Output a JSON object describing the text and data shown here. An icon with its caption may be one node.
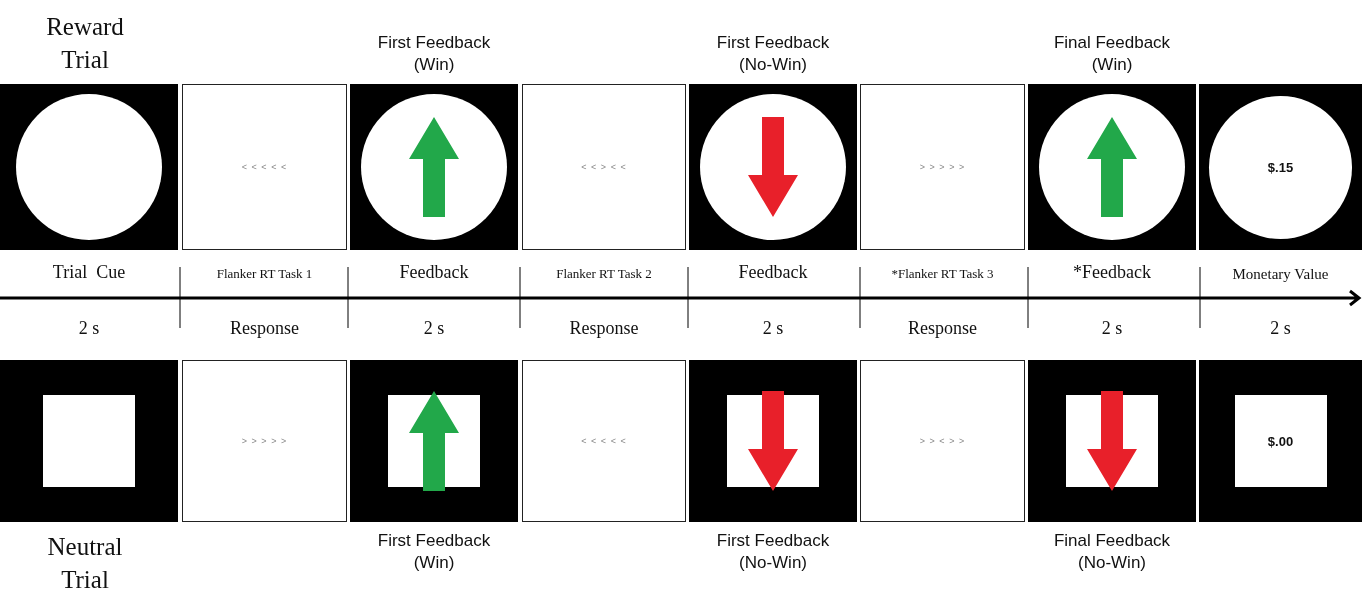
{
  "diagram": {
    "nodes": [
      {
        "text": [],
        "shape": "box",
        "beside": [
          "Reward Trial"
        ]
      },
      {
        "text": [
          "< < < < <"
        ]
      },
      {
        "text": [],
        "shape": "box",
        "beside": [
          "First Feedback (Win)"
        ]
      },
      {
        "text": [
          "< < > < <"
        ]
      },
      {
        "text": [],
        "shape": "box",
        "beside": [
          "First Feedback (No-Win)"
        ]
      },
      {
        "text": [
          "> > > > >"
        ]
      },
      {
        "text": [],
        "shape": "box",
        "beside": [
          "Final Feedback (Win)"
        ]
      },
      {
        "text": [
          "$.15"
        ]
      },
      {
        "text": [],
        "shape": "box",
        "beside": [
          "Neutral Trial"
        ]
      },
      {
        "text": [
          "> > > > >"
        ]
      },
      {
        "text": [],
        "shape": "box",
        "beside": [
          "First Feedback (Win)"
        ]
      },
      {
        "text": [
          "< < < < <"
        ]
      },
      {
        "text": [],
        "shape": "box",
        "beside": [
          "First Feedback (No-Win)"
        ]
      },
      {
        "text": [
          "> > < > >"
        ]
      },
      {
        "text": [],
        "shape": "box",
        "beside": [
          "Final Feedback (No-Win)"
        ]
      },
      {
        "text": [
          "$.00"
        ]
      }
    ],
    "edges": [],
    "labels": [
      "Trial  Cue",
      "Flanker RT Task 1",
      "Feedback",
      "Flanker RT Task 2",
      "Feedback",
      "*Flanker RT Task 3",
      "*Feedback",
      "Monetary Value",
      "2 s",
      "Response",
      "2 s",
      "Response",
      "2 s",
      "Response",
      "2 s",
      "2 s"
    ]
  }
}
